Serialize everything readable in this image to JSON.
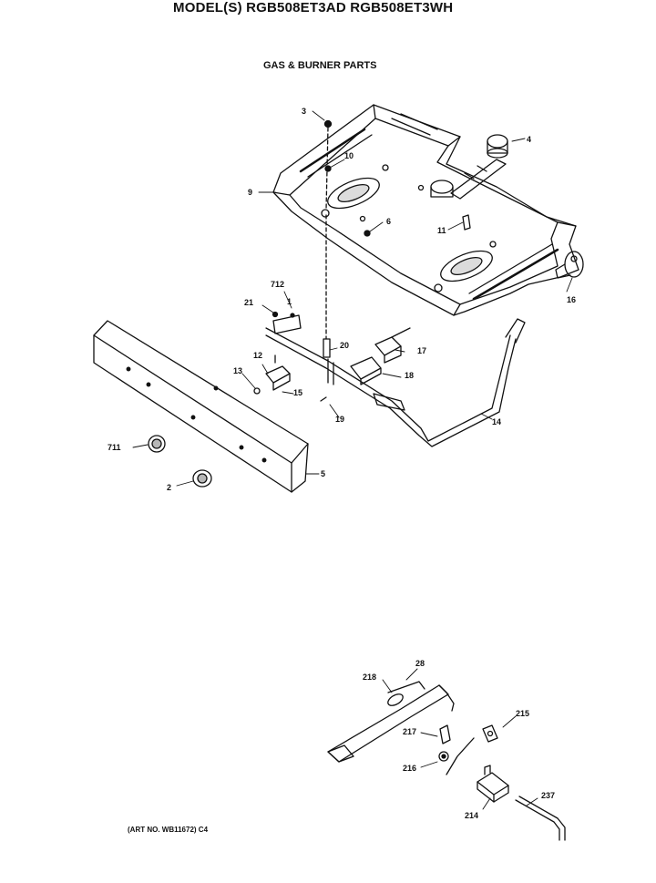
{
  "header": {
    "title": "MODEL(S) RGB508ET3AD  RGB508ET3WH",
    "subtitle": "GAS & BURNER PARTS"
  },
  "footer": {
    "art_number": "(ART NO. WB11672) C4"
  },
  "callouts": {
    "c3": "3",
    "c4": "4",
    "c9": "9",
    "c10": "10",
    "c6": "6",
    "c11": "11",
    "c16": "16",
    "c712": "712",
    "c21": "21",
    "c1": "1",
    "c20": "20",
    "c17": "17",
    "c12": "12",
    "c13": "13",
    "c15": "15",
    "c18": "18",
    "c19": "19",
    "c14": "14",
    "c711": "711",
    "c2": "2",
    "c5": "5",
    "c28": "28",
    "c218": "218",
    "c215": "215",
    "c217": "217",
    "c216": "216",
    "c214": "214",
    "c237": "237"
  }
}
